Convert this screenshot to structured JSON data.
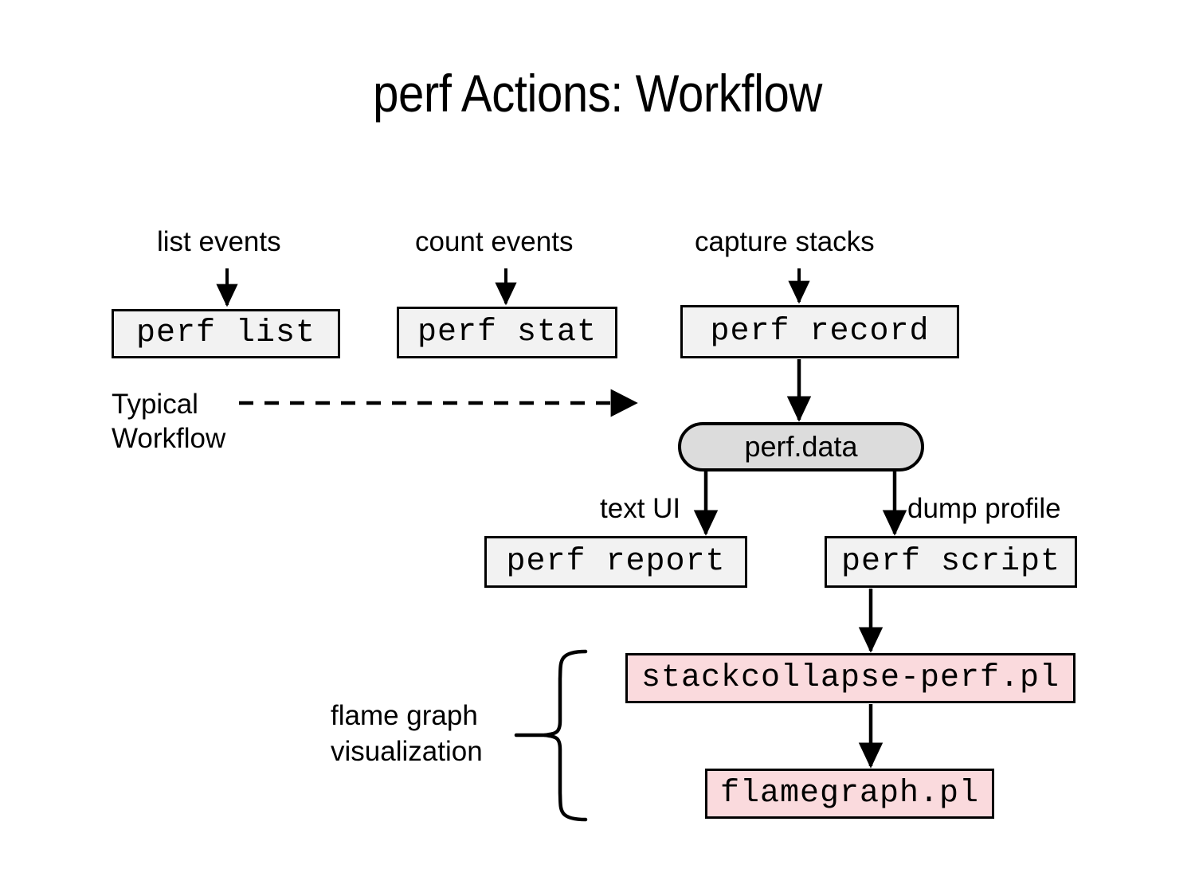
{
  "slide": {
    "title": "perf Actions: Workflow",
    "background_color": "#ffffff"
  },
  "colors": {
    "command_box_fill": "#f2f2f2",
    "datafile_box_fill": "#dcdcdc",
    "script_box_fill": "#fadadd",
    "stroke": "#000000",
    "text": "#000000"
  },
  "nodes": {
    "perf_list": "perf list",
    "perf_stat": "perf stat",
    "perf_record": "perf record",
    "perf_data": "perf.data",
    "perf_report": "perf report",
    "perf_script": "perf script",
    "stackcollapse": "stackcollapse-perf.pl",
    "flamegraph": "flamegraph.pl"
  },
  "labels": {
    "list_events": "list events",
    "count_events": "count events",
    "capture_stacks": "capture stacks",
    "typical_line1": "Typical",
    "typical_line2": "Workflow",
    "text_ui": "text UI",
    "dump_profile": "dump profile",
    "flame_line1": "flame graph",
    "flame_line2": "visualization"
  },
  "diagram": {
    "type": "flowchart",
    "edges": [
      {
        "from": "list events",
        "to": "perf list",
        "style": "solid-arrow",
        "direction": "down"
      },
      {
        "from": "count events",
        "to": "perf stat",
        "style": "solid-arrow",
        "direction": "down"
      },
      {
        "from": "capture stacks",
        "to": "perf record",
        "style": "solid-arrow",
        "direction": "down"
      },
      {
        "from": "perf record",
        "to": "perf.data",
        "style": "solid-arrow",
        "direction": "down"
      },
      {
        "from": "perf.data",
        "to": "perf report",
        "style": "solid-arrow",
        "direction": "down",
        "label": "text UI"
      },
      {
        "from": "perf.data",
        "to": "perf script",
        "style": "solid-arrow",
        "direction": "down",
        "label": "dump profile"
      },
      {
        "from": "perf script",
        "to": "stackcollapse-perf.pl",
        "style": "solid-arrow",
        "direction": "down"
      },
      {
        "from": "stackcollapse-perf.pl",
        "to": "flamegraph.pl",
        "style": "solid-arrow",
        "direction": "down"
      },
      {
        "from": "Typical Workflow",
        "to": "perf record column",
        "style": "dashed-arrow",
        "direction": "right"
      }
    ],
    "brace": {
      "label": "flame graph visualization",
      "groups": [
        "stackcollapse-perf.pl",
        "flamegraph.pl"
      ],
      "orientation": "opens-right"
    }
  }
}
